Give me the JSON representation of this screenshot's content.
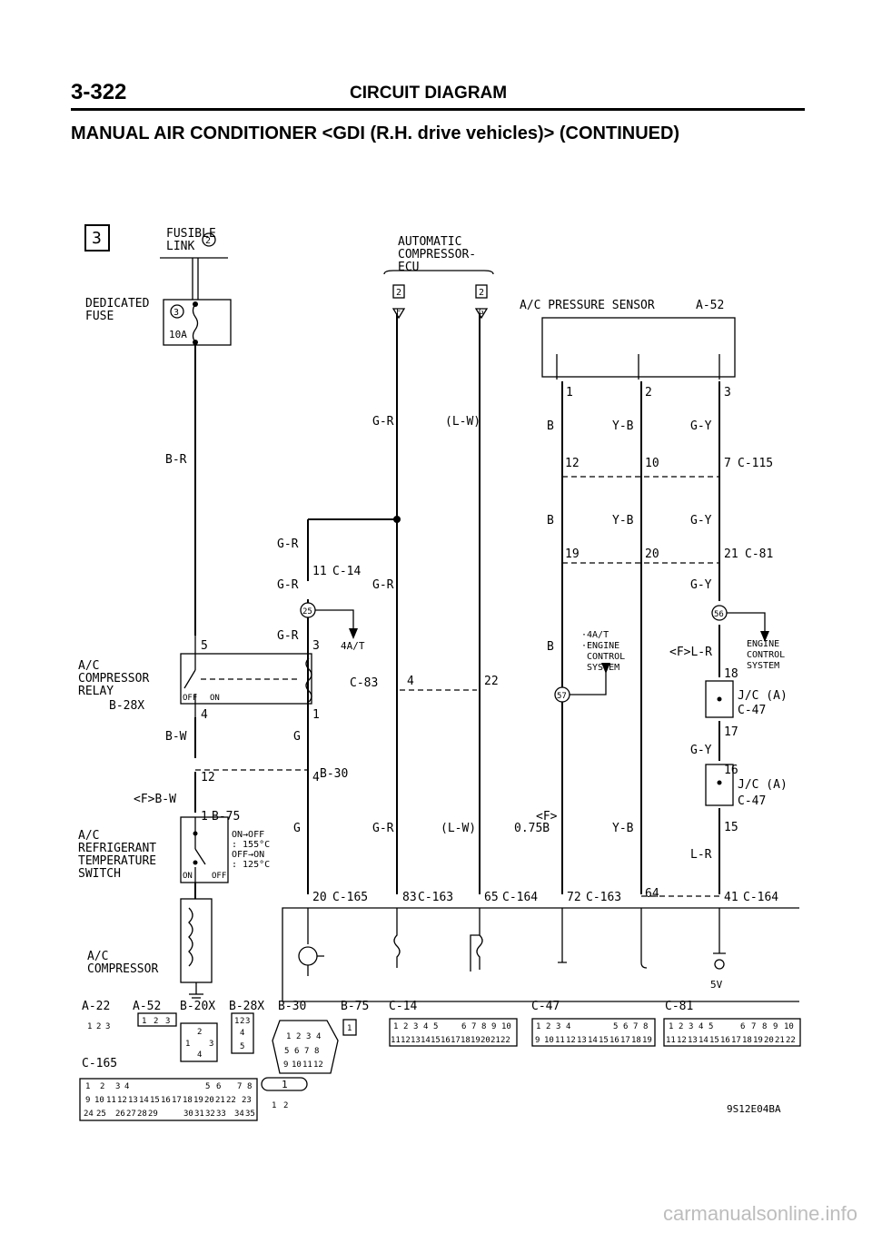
{
  "header": {
    "page_number": "3-322",
    "section": "CIRCUIT DIAGRAM",
    "title": "MANUAL AIR CONDITIONER <GDI (R.H. drive vehicles)> (CONTINUED)"
  },
  "diagram": {
    "block_number": "3",
    "fusible_link": [
      "FUSIBLE",
      "LINK"
    ],
    "fusible_link_no": "2",
    "dedicated_fuse": [
      "DEDICATED",
      "FUSE"
    ],
    "fuse_no": "3",
    "fuse_amp": "10A",
    "ecu_label": [
      "AUTOMATIC",
      "COMPRESSOR-",
      "ECU"
    ],
    "ecu_conn_left": "2",
    "ecu_conn_right": "2",
    "ecu_pin_left": "F",
    "ecu_pin_right": "G",
    "sensor_label": "A/C PRESSURE SENSOR",
    "sensor_conn": "A-52",
    "sensor_pins": [
      "1",
      "2",
      "3"
    ],
    "relay_label": [
      "A/C",
      "COMPRESSOR",
      "RELAY"
    ],
    "relay_conn": "B-28X",
    "relay_off": "OFF",
    "relay_on": "ON",
    "switch_label": [
      "A/C",
      "REFRIGERANT",
      "TEMPERATURE",
      "SWITCH"
    ],
    "switch_spec": [
      "ON→OFF",
      ": 155°C",
      "OFF→ON",
      ": 125°C"
    ],
    "switch_on": "ON",
    "switch_off": "OFF",
    "compressor_label": [
      "A/C",
      "COMPRESSOR"
    ],
    "wire_colors": {
      "br": "B-R",
      "gr": "G-R",
      "lw": "(L-W)",
      "b": "B",
      "yb": "Y-B",
      "gy": "G-Y",
      "bw": "B-W",
      "fbw": "<F>B-W",
      "g": "G",
      "flr": "<F>L-R",
      "lr": "L-R",
      "f": "<F>",
      "f075b": "0.75B"
    },
    "connectors": {
      "c115": "C-115",
      "c81": "C-81",
      "c14": "C-14",
      "c83": "C-83",
      "b30": "B-30",
      "b75": "B-75",
      "c47": "C-47",
      "c165": "C-165",
      "c163": "C-163",
      "c164": "C-164"
    },
    "pins": {
      "p12": "12",
      "p10": "10",
      "p7": "7",
      "p19": "19",
      "p20": "20",
      "p21": "21",
      "p11": "11",
      "p5": "5",
      "p3": "3",
      "p4": "4",
      "p22": "22",
      "p18": "18",
      "p1": "1",
      "p17": "17",
      "p16": "16",
      "p15": "15",
      "p20b": "20",
      "p83": "83",
      "p65": "65",
      "p72": "72",
      "p64": "64",
      "p41": "41"
    },
    "joints": [
      "25",
      "56",
      "57"
    ],
    "ecs_note": [
      "·4A/T",
      "·ENGINE",
      "CONTROL",
      "SYSTEM"
    ],
    "ecs_label": [
      "ENGINE",
      "CONTROL",
      "SYSTEM"
    ],
    "at_label": "4A/T",
    "jc_label": "J/C (A)",
    "volt_label": "5V",
    "legend_conns": [
      "A-22",
      "A-52",
      "B-20X",
      "B-28X",
      "B-30",
      "B-75",
      "C-14",
      "C-47",
      "C-81",
      "C-165"
    ],
    "legend_a22_pins": [
      "1",
      "2",
      "3"
    ],
    "legend_a52_pins": [
      "1",
      "2",
      "3"
    ],
    "legend_b20_pins": [
      "1",
      "2",
      "3",
      "4"
    ],
    "legend_b28_pins": [
      "1",
      "2",
      "3",
      "4",
      "5"
    ],
    "legend_b30_pins": [
      "1",
      "2",
      "3",
      "4",
      "5",
      "6",
      "7",
      "8",
      "9",
      "10",
      "11",
      "12"
    ],
    "legend_b75_pins": [
      "1"
    ],
    "legend_c14_row1": [
      "1",
      "2",
      "3",
      "4",
      "5",
      "6",
      "7",
      "8",
      "9",
      "10"
    ],
    "legend_c14_row2": [
      "11",
      "12",
      "13",
      "14",
      "15",
      "16",
      "17",
      "18",
      "19",
      "20",
      "21",
      "22"
    ],
    "legend_c47_row1": [
      "1",
      "2",
      "3",
      "4",
      "5",
      "6",
      "7",
      "8"
    ],
    "legend_c47_row2": [
      "9",
      "10",
      "11",
      "12",
      "13",
      "14",
      "15",
      "16",
      "17",
      "18",
      "19"
    ],
    "legend_c165_row1": [
      "1",
      "2",
      "3",
      "4",
      "5",
      "6",
      "7",
      "8"
    ],
    "legend_c165_row2": [
      "9",
      "10",
      "11",
      "12",
      "13",
      "14",
      "15",
      "16",
      "17",
      "18",
      "19",
      "20",
      "21",
      "22",
      "23"
    ],
    "legend_c165_row3": [
      "24",
      "25",
      "26",
      "27",
      "28",
      "29",
      "30",
      "31",
      "32",
      "33",
      "34",
      "35"
    ],
    "legend_misc_pins": [
      "1",
      "1",
      "2"
    ],
    "figure_code": "9S12E04BA"
  },
  "watermark": "carmanualsonline.info"
}
